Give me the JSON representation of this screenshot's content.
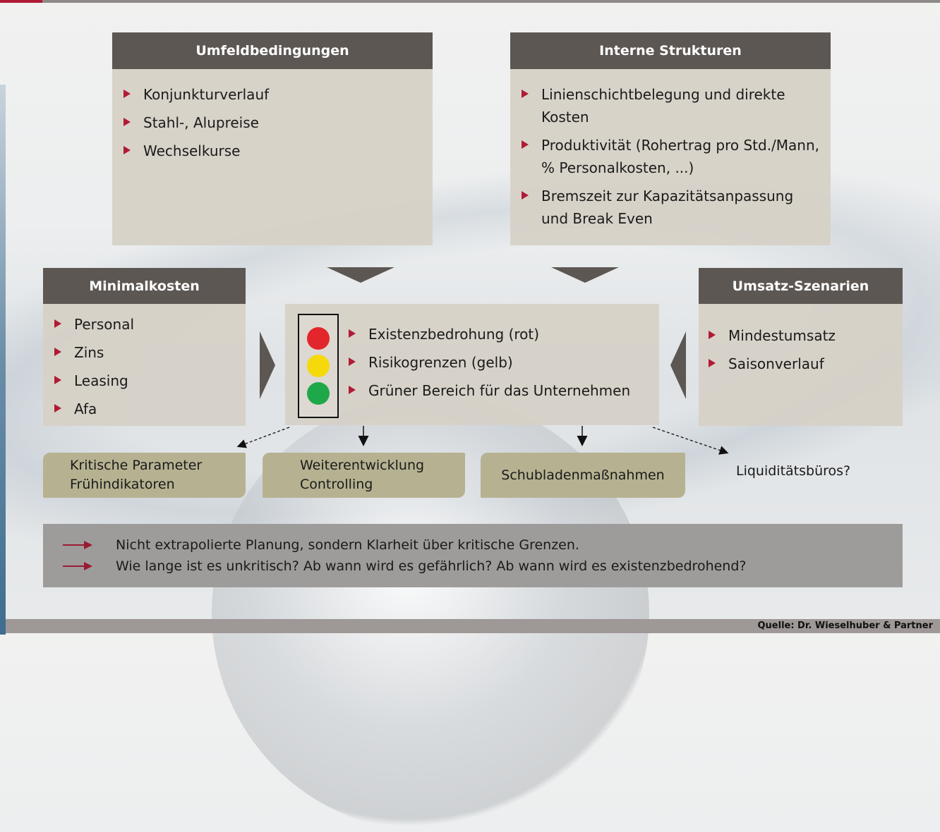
{
  "boxes": {
    "umfeld": {
      "title": "Umfeldbedingungen",
      "items": [
        "Konjunkturverlauf",
        "Stahl-, Alupreise",
        "Wechselkurse"
      ]
    },
    "intern": {
      "title": "Interne Strukturen",
      "items": [
        [
          "Linienschichtbelegung und direkte",
          "Kosten"
        ],
        [
          "Produktivität (Rohertrag pro Std./Mann,",
          "% Personalkosten, ...)"
        ],
        [
          "Bremszeit zur Kapazitätsanpassung",
          "und Break Even"
        ]
      ]
    },
    "minimal": {
      "title": "Minimalkosten",
      "items": [
        "Personal",
        "Zins",
        "Leasing",
        "Afa"
      ]
    },
    "umsatz": {
      "title": "Umsatz-Szenarien",
      "items": [
        "Mindestumsatz",
        "Saisonverlauf"
      ]
    },
    "center": {
      "items": [
        "Existenzbedrohung (rot)",
        "Risikogrenzen (gelb)",
        "Grüner Bereich für das Unternehmen"
      ]
    }
  },
  "traffic_light": {
    "red": "#e3262b",
    "yellow": "#f5d90a",
    "green": "#1fa84a"
  },
  "outcomes": {
    "kritisch": [
      "Kritische Parameter",
      "Frühindikatoren"
    ],
    "weiter": [
      "Weiterentwicklung",
      "Controlling"
    ],
    "schublade": "Schubladenmaßnahmen",
    "liquiditaet": "Liquiditätsbüros?"
  },
  "conclusions": [
    "Nicht extrapolierte Planung, sondern Klarheit über kritische Grenzen.",
    "Wie lange ist es unkritisch? Ab wann wird es gefährlich? Ab wann wird es existenzbedrohend?"
  ],
  "source": "Quelle: Dr. Wieselhuber & Partner",
  "colors": {
    "header": "#5d5753",
    "accent": "#b01b35",
    "box": "#d6d1c6",
    "pill": "#b6b291"
  }
}
